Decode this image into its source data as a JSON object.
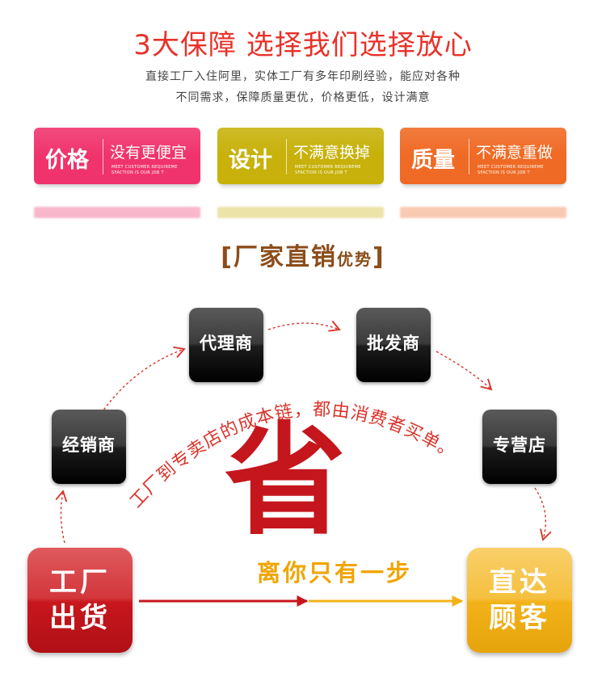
{
  "header": {
    "title": "3大保障 选择我们选择放心",
    "line1": "直接工厂入住阿里，实体工厂有多年印刷经验，能应对各种",
    "line2": "不同需求，保障质量更优，价格更低，设计满意"
  },
  "cards": [
    {
      "title": "价格",
      "text": "没有更便宜",
      "en1": "MEET CUSTOMER REQUIREME",
      "en2": "SFACTION IS OUR JOB T",
      "color": "#f0336c"
    },
    {
      "title": "设计",
      "text": "不满意换掉",
      "en1": "MEET CUSTOMER REQUIREME",
      "en2": "SFACTION IS OUR JOB T",
      "color": "#c7b10a"
    },
    {
      "title": "质量",
      "text": "不满意重做",
      "en1": "MEET CUSTOMER REQUIREME",
      "en2": "SFACTION IS OUR JOB T",
      "color": "#ef6a24"
    }
  ],
  "section": {
    "bracket_open": "[",
    "heading_main": "厂家直销",
    "heading_small": "优势",
    "bracket_close": "]"
  },
  "nodes": {
    "dealer": "经销商",
    "agent": "代理商",
    "wholesaler": "批发商",
    "store": "专营店"
  },
  "factory": {
    "line1": "工厂",
    "line2": "出货",
    "color": "#c8161d"
  },
  "customer": {
    "line1": "直达",
    "line2": "顾客",
    "color": "#f3b21a"
  },
  "cost_text": "工厂到专卖店的成本链，都由消费者买单。",
  "save_char": "省",
  "step_text": "离你只有一步"
}
